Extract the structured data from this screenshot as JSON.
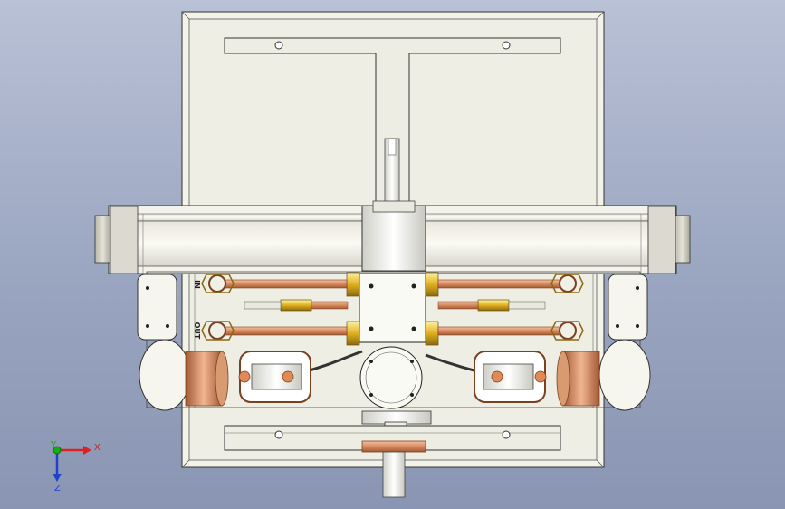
{
  "labels": {
    "in_port": "IN",
    "out_port": "OUT"
  },
  "triad": {
    "x_label": "X",
    "y_label": "Y",
    "z_label": "Z",
    "x_color": "#e02020",
    "y_color": "#10b010",
    "z_color": "#2040d0"
  },
  "colors": {
    "background": "#9aa5c0",
    "frame": "#efeee4",
    "copper": "#d48a60",
    "brass": "#e0b020"
  }
}
